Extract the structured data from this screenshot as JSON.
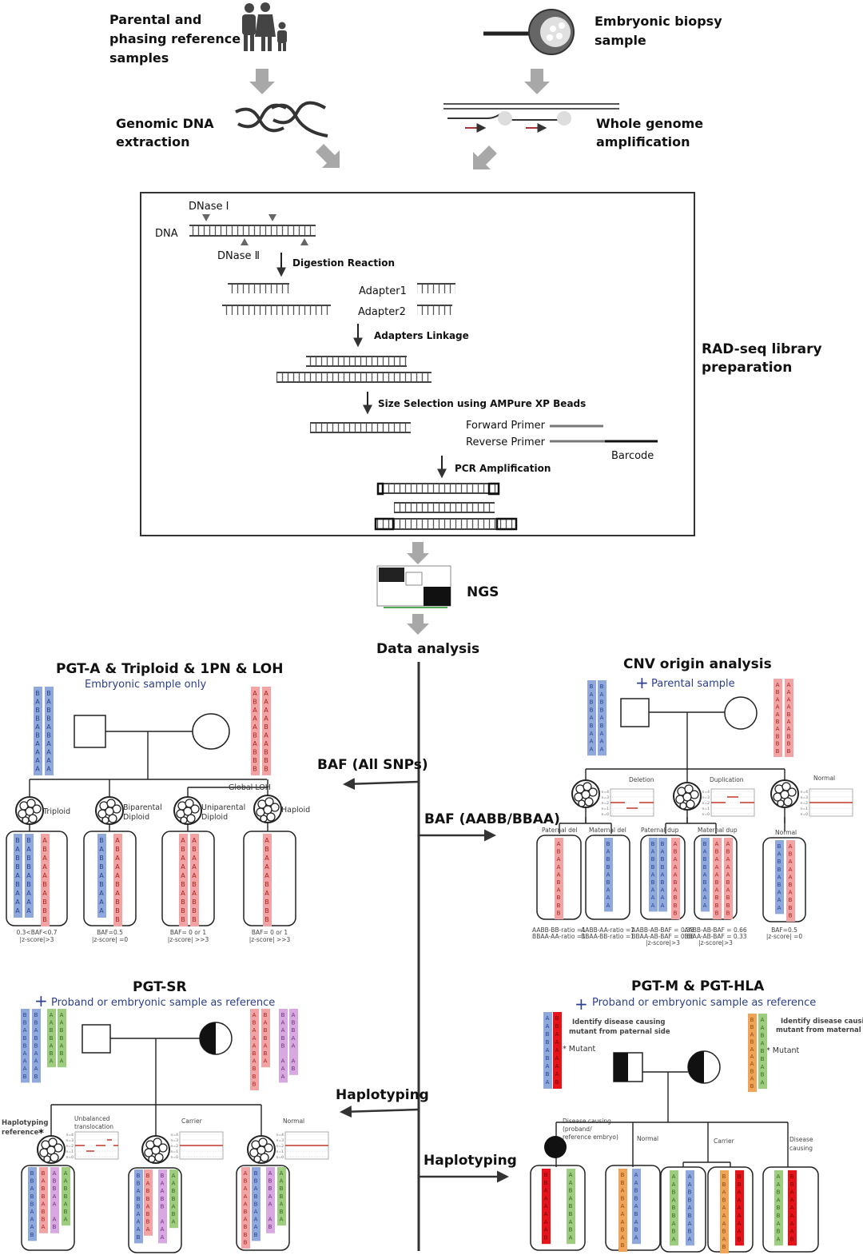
{
  "colors": {
    "blue": "#8fa9dd",
    "blue_text": "#24408f",
    "red": "#f2a3a3",
    "red_text": "#a8201f",
    "green": "#9fcd80",
    "green_text": "#2f6b1a",
    "purple": "#d8a8e0",
    "purple_text": "#6a2d7a",
    "orange": "#f0a458",
    "orange_text": "#8a4a10",
    "darkred": "#e5141a",
    "darkred_text": "#6b0a0a",
    "arrow_gray": "#a8a8a8",
    "cn_line": "#c0392b"
  },
  "top": {
    "parental_lines": [
      "Parental and",
      "phasing reference",
      "samples"
    ],
    "embryo_lines": [
      "Embryonic biopsy",
      "sample"
    ],
    "gdna_lines": [
      "Genomic DNA",
      "extraction"
    ],
    "wga_lines": [
      "Whole genome",
      "amplification"
    ],
    "family_icon": "family-icon",
    "embryo_icon": "biopsy-pipette-icon",
    "dna_icon": "dna-helix-icon"
  },
  "radseq": {
    "dnase1": "DNase Ⅰ",
    "dna": "DNA",
    "dnase2": "DNase Ⅱ",
    "digestion": "Digestion Reaction",
    "adapter1": "Adapter1",
    "adapter2": "Adapter2",
    "linkage": "Adapters Linkage",
    "size_selection": "Size Selection using AMPure XP Beads",
    "forward": "Forward Primer",
    "reverse": "Reverse Primer",
    "barcode": "Barcode",
    "pcr": "PCR Amplification",
    "label_lines": [
      "RAD-seq library",
      "preparation"
    ]
  },
  "ngs": "NGS",
  "data_analysis": "Data analysis",
  "cn_levels": [
    "n=4",
    "n=3",
    "n=2",
    "n=1",
    "n=0"
  ],
  "pgta": {
    "title": "PGT-A & Triploid & 1PN & LOH",
    "subtitle": "Embryonic sample only",
    "arrow_label": "BAF (All SNPs)",
    "global_loh": "Global LOH",
    "father": [
      "BABBABAAAA",
      "BABBABAAAA"
    ],
    "mother": [
      "ABAAABABBB",
      "AAAABAABBB"
    ],
    "embryos": [
      {
        "label": [
          "Triploid"
        ],
        "cols": [
          [
            "blue",
            "BABBABAAA"
          ],
          [
            "blue",
            "BABBABAAA"
          ],
          [
            "red",
            "ABAAABABBB"
          ]
        ],
        "stats": [
          "0.3<BAF<0.7",
          "|z-score|>3"
        ]
      },
      {
        "label": [
          "Biparental",
          "Diploid"
        ],
        "cols": [
          [
            "blue",
            "BABBABAAA"
          ],
          [
            "red",
            "ABAAABABBB"
          ]
        ],
        "stats": [
          "BAF=0.5",
          "|z-score| =0"
        ]
      },
      {
        "label": [
          "Uniparental",
          "Diploid"
        ],
        "cols": [
          [
            "red",
            "ABAAABABBB"
          ],
          [
            "red",
            "ABAAABABBB"
          ]
        ],
        "stats": [
          "BAF= 0 or 1",
          "|z-score| >>3"
        ]
      },
      {
        "label": [
          "Haploid"
        ],
        "cols": [
          [
            "red",
            "ABAAABABBB"
          ]
        ],
        "stats": [
          "BAF= 0 or 1",
          "|z-score| >>3"
        ]
      }
    ]
  },
  "cnv": {
    "title": "CNV origin analysis",
    "subtitle": "Parental sample",
    "arrow_label": "BAF (AABB/BBAA)",
    "father": [
      "BABBABAAA",
      "BABBABAAA"
    ],
    "mother": [
      "ABAAABABBB",
      "AAAABAABBB"
    ],
    "groups": [
      "Deletion",
      "Duplication",
      "Normal"
    ],
    "embryos": [
      {
        "label": "Paternal  del",
        "cols": [
          [
            "red",
            "ABAAABABBB"
          ]
        ],
        "stats": [
          "AABB-BB-ratio =1",
          "BBAA-AA-ratio =1"
        ]
      },
      {
        "label": "Maternal del",
        "cols": [
          [
            "blue",
            "BABBABAAA"
          ]
        ],
        "stats": [
          "AABB-AA-ratio =1",
          "BBAA-BB-ratio =1"
        ]
      },
      {
        "label": "Paternal dup",
        "cols": [
          [
            "blue",
            "BABBABAAA"
          ],
          [
            "blue",
            "BABBABAAA"
          ],
          [
            "red",
            "ABAAABABBB"
          ]
        ],
        "stats": [
          "AABB-AB-BAF = 0.33",
          "BBAA-AB-BAF = 0.66",
          "|z-score|>3"
        ]
      },
      {
        "label": "Maternal dup",
        "cols": [
          [
            "blue",
            "BABBABAAA"
          ],
          [
            "red",
            "ABAAABABBB"
          ],
          [
            "red",
            "ABAAABABBB"
          ]
        ],
        "stats": [
          "AABB-AB-BAF = 0.66",
          "BBAA-AB-BAF = 0.33",
          "|z-score|>3"
        ]
      },
      {
        "label": "Normal",
        "cols": [
          [
            "blue",
            "BABBABAAA"
          ],
          [
            "red",
            "ABAAABABBB"
          ]
        ],
        "stats": [
          "BAF=0.5",
          "|z-score| =0"
        ]
      }
    ]
  },
  "pgtsr": {
    "title": "PGT-SR",
    "subtitle": "Proband or embryonic sample as reference",
    "arrow_label": "Haplotyping",
    "ref_lines": [
      "Haplotyping",
      "reference"
    ],
    "ref_mark": "*",
    "father": [
      [
        "blue",
        "BBABBAAAB"
      ],
      [
        "blue",
        "BBABBAAAB"
      ],
      [
        "green",
        "AABBABA"
      ],
      [
        "green",
        "AABBABA"
      ]
    ],
    "mother": [
      [
        "red",
        "ABAAABABBB"
      ],
      [
        "red",
        "BABBABA"
      ],
      [
        "purple",
        "BAABB AAA"
      ],
      [
        "purple",
        "ABBAA AB"
      ]
    ],
    "embryos": [
      {
        "label": [
          "Unbalanced",
          "translocation"
        ],
        "cols": [
          [
            "blue",
            "BBABBAAAB"
          ],
          [
            "red",
            "BABBABBA"
          ],
          [
            "purple",
            "ABBAA AB"
          ],
          [
            "green",
            "AABBABA"
          ]
        ]
      },
      {
        "label": [
          "Carrier"
        ],
        "cols": [
          [
            "blue",
            "BBABBAAAB"
          ],
          [
            "red",
            "BABBABBA"
          ],
          [
            "purple",
            "BAABB AAA"
          ],
          [
            "green",
            "AABBABA"
          ]
        ]
      },
      {
        "label": [
          "Normal"
        ],
        "cols": [
          [
            "red",
            "ABAAABABBB"
          ],
          [
            "blue",
            "BBABBAAAB"
          ],
          [
            "purple",
            "ABBAA AB"
          ],
          [
            "green",
            "AABBABA"
          ]
        ]
      }
    ]
  },
  "pgtm": {
    "title": "PGT-M & PGT-HLA",
    "subtitle": "Proband or embryonic sample as reference",
    "arrow_label": "Haplotyping",
    "paternal_note": [
      "Identify disease causing",
      "mutant from paternal side"
    ],
    "maternal_note": [
      "Identify disease causing",
      "mutant from maternal side"
    ],
    "mutant": "* Mutant",
    "father": [
      [
        "blue",
        "AABBABABA"
      ],
      [
        "darkred",
        "BBAAAAAAB"
      ]
    ],
    "mother": [
      [
        "orange",
        "BBABAAABAB"
      ],
      [
        "green",
        "AABABBABA"
      ]
    ],
    "labels": {
      "disease_ref": [
        "Disease causing",
        "(proband/",
        "reference embryo)"
      ],
      "normal": "Normal",
      "carrier": "Carrier",
      "disease": [
        "Disease",
        "causing"
      ]
    },
    "embryos": [
      [
        [
          "darkred",
          "BBAAAAAAB"
        ],
        [
          "green",
          "AABABBABA"
        ]
      ],
      [
        [
          "orange",
          "BBABAAABAB"
        ],
        [
          "blue",
          "AABBABABA"
        ]
      ],
      [
        [
          "green",
          "AABABBABA"
        ],
        [
          "blue",
          "AABBABABA"
        ]
      ],
      [
        [
          "orange",
          "BBABAAABAB"
        ],
        [
          "darkred",
          "BBAAAAAAB"
        ]
      ],
      [
        [
          "green",
          "AABABBABA"
        ],
        [
          "darkred",
          "BBAAAAAAB"
        ]
      ]
    ]
  }
}
